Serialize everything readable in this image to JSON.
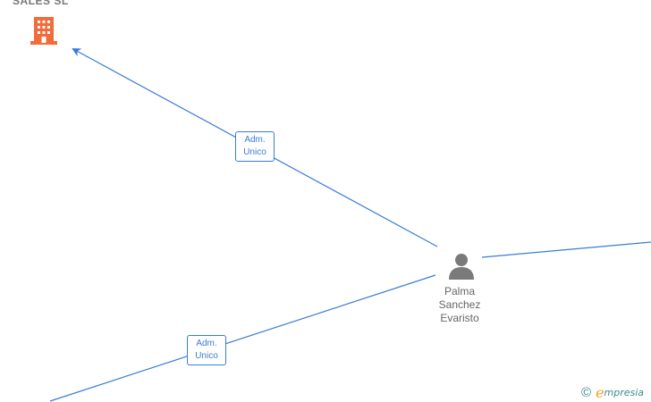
{
  "company": {
    "name": "SALES SL",
    "icon": "building-icon",
    "color": "#f26b3a"
  },
  "person": {
    "name_lines": [
      "Palma",
      "Sanchez",
      "Evaristo"
    ],
    "icon": "person-icon",
    "color": "#7a7a7a"
  },
  "edges": [
    {
      "label_lines": [
        "Adm.",
        "Unico"
      ]
    },
    {
      "label_lines": [
        "Adm.",
        "Unico"
      ]
    }
  ],
  "edge_color": "#3a7bd5",
  "watermark": {
    "copyright_symbol": "©",
    "brand_initial": "e",
    "brand_rest": "mpresia"
  }
}
